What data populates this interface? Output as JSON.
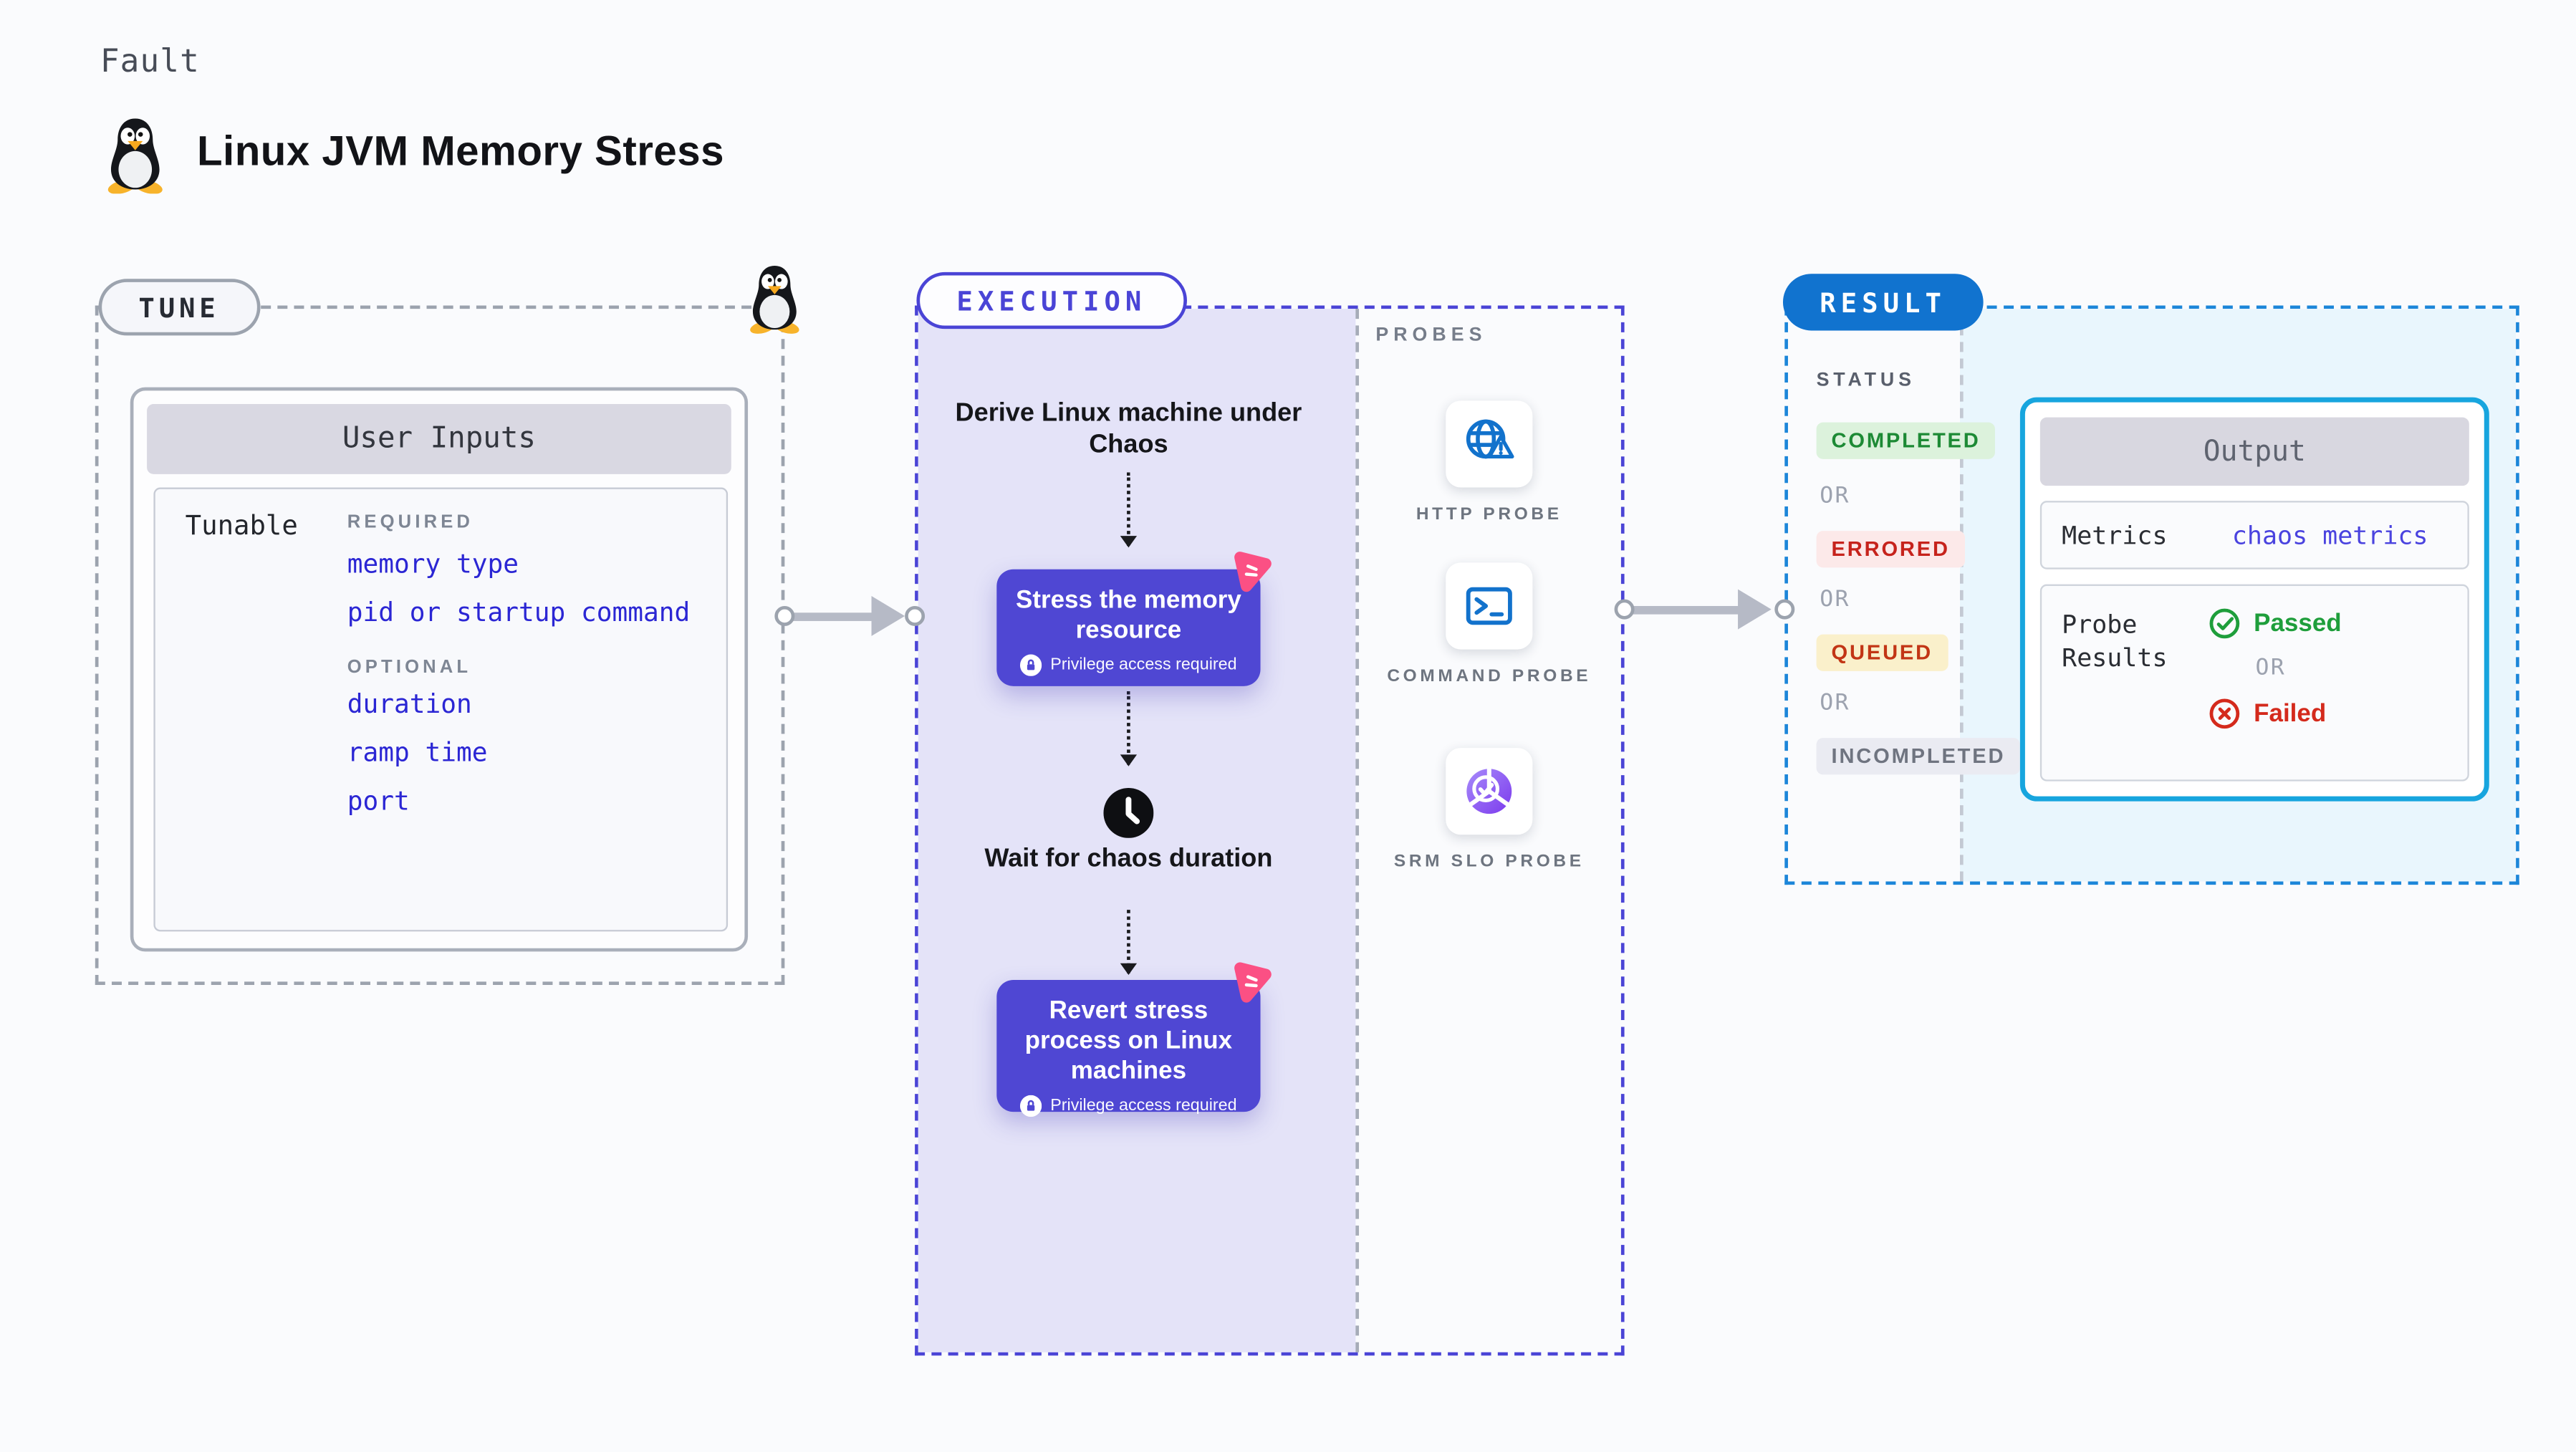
{
  "header": {
    "fault_label": "Fault",
    "title": "Linux JVM Memory Stress"
  },
  "tune": {
    "badge_label": "TUNE",
    "card_title": "User Inputs",
    "row_label": "Tunable",
    "required_label": "REQUIRED",
    "required_items": [
      "memory type",
      "pid or startup command"
    ],
    "optional_label": "OPTIONAL",
    "optional_items": [
      "duration",
      "ramp time",
      "port"
    ]
  },
  "execution": {
    "badge_label": "EXECUTION",
    "steps": {
      "derive": "Derive Linux machine under Chaos",
      "stress": "Stress the memory resource",
      "wait": "Wait for chaos duration",
      "revert": "Revert stress process on Linux machines"
    },
    "privilege_note": "Privilege access required"
  },
  "probes": {
    "label": "PROBES",
    "items": [
      {
        "label": "HTTP PROBE",
        "icon": "globe-warning-icon"
      },
      {
        "label": "COMMAND PROBE",
        "icon": "terminal-icon"
      },
      {
        "label": "SRM SLO PROBE",
        "icon": "slo-donut-check-icon"
      }
    ]
  },
  "result": {
    "badge_label": "RESULT",
    "status_label": "STATUS",
    "or_label": "OR",
    "statuses": [
      {
        "label": "COMPLETED",
        "text_color": "#1D8A35",
        "bg_color": "#DCF2DC"
      },
      {
        "label": "ERRORED",
        "text_color": "#C6231C",
        "bg_color": "#FCE9E9"
      },
      {
        "label": "QUEUED",
        "text_color": "#C23515",
        "bg_color": "#FAF0CB"
      },
      {
        "label": "INCOMPLETED",
        "text_color": "#6F7480",
        "bg_color": "#EAEBF2"
      }
    ],
    "output": {
      "title": "Output",
      "metrics_label": "Metrics",
      "metrics_value": "chaos metrics",
      "probe_results_label": "Probe Results",
      "passed_label": "Passed",
      "or_label": "OR",
      "failed_label": "Failed"
    }
  },
  "colors": {
    "accent_indigo": "#4A44D6",
    "node_purple": "#4F47D3",
    "pink_logo": "#FB5084",
    "result_blue": "#1173CF",
    "output_border_cyan": "#17A5DE",
    "execution_bg": "#E4E3F8",
    "result_bg": "#E9F6FD",
    "link_blue": "#2B26D4",
    "passed_green": "#1E9E3B",
    "failed_red": "#D42A1C"
  }
}
